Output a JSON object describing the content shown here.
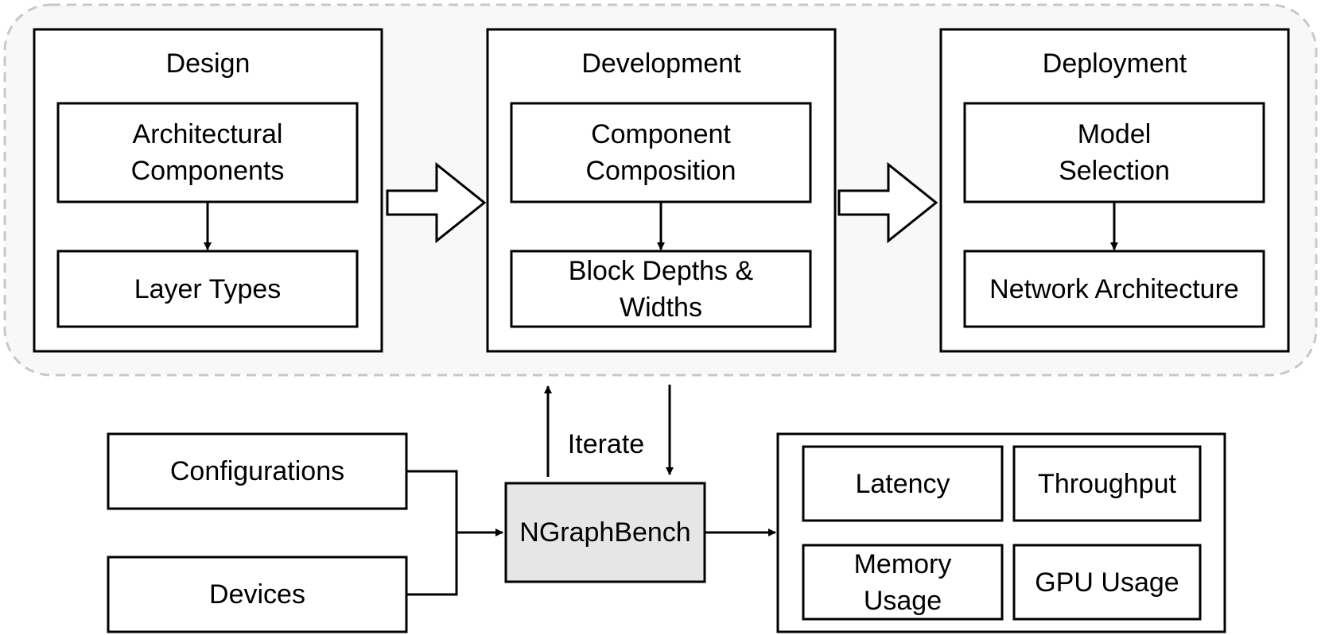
{
  "stages": [
    {
      "title": "Design",
      "top_box": "Architectural\nComponents",
      "bottom_box": "Layer Types"
    },
    {
      "title": "Development",
      "top_box": "Component\nComposition",
      "bottom_box": "Block Depths &\nWidths"
    },
    {
      "title": "Deployment",
      "top_box": "Model\nSelection",
      "bottom_box": "Network Architecture"
    }
  ],
  "inputs": [
    "Configurations",
    "Devices"
  ],
  "center": {
    "label": "NGraphBench",
    "fill": "#e6e6e6"
  },
  "loop_label": "Iterate",
  "metrics": [
    "Latency",
    "Throughput",
    "Memory\nUsage",
    "GPU Usage"
  ],
  "colors": {
    "group_fill": "#f8f8f8",
    "group_border": "#c8c8c8",
    "stroke": "#000000"
  }
}
